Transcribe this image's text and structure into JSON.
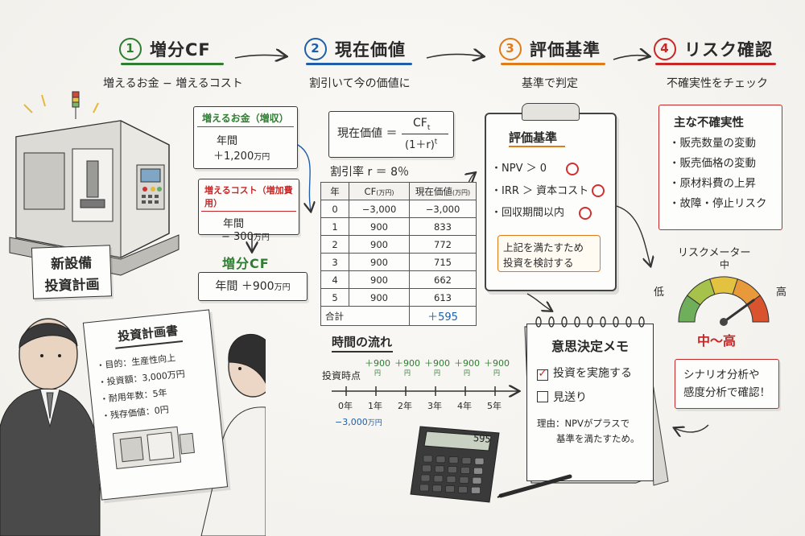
{
  "steps": [
    {
      "num": "1",
      "title": "増分CF",
      "subtitle": "増えるお金 − 増えるコスト",
      "color": "#2e7d32"
    },
    {
      "num": "2",
      "title": "現在価値",
      "subtitle": "割引いて今の価値に",
      "color": "#1f5fa8"
    },
    {
      "num": "3",
      "title": "評価基準",
      "subtitle": "基準で判定",
      "color": "#e07b1a"
    },
    {
      "num": "4",
      "title": "リスク確認",
      "subtitle": "不確実性をチェック",
      "color": "#c62828"
    }
  ],
  "machine_sign": {
    "line1": "新設備",
    "line2": "投資計画"
  },
  "incremental": {
    "revenue_title": "増えるお金（増収）",
    "revenue_value": "年間\n＋1,200万円",
    "revenue_line1": "年間",
    "revenue_line2": "＋1,200",
    "revenue_unit": "万円",
    "cost_title": "増えるコスト（増加費用）",
    "cost_line1": "年間",
    "cost_line2": "− 300",
    "cost_unit": "万円",
    "result_title": "増分CF",
    "result_line": "年間 ＋900",
    "result_unit": "万円"
  },
  "pv": {
    "formula_label": "現在価値 ＝",
    "formula_num": "CF",
    "formula_sub": "t",
    "formula_den": "(1＋r)",
    "formula_sup": "t",
    "rate": "割引率 r ＝ 8％",
    "headers": [
      "年",
      "CF",
      "万円",
      "現在価値",
      "万円"
    ],
    "rows": [
      {
        "year": "0",
        "cf": "−3,000",
        "pv": "−3,000"
      },
      {
        "year": "1",
        "cf": "900",
        "pv": "833"
      },
      {
        "year": "2",
        "cf": "900",
        "pv": "772"
      },
      {
        "year": "3",
        "cf": "900",
        "pv": "715"
      },
      {
        "year": "4",
        "cf": "900",
        "pv": "662"
      },
      {
        "year": "5",
        "cf": "900",
        "pv": "613"
      }
    ],
    "total_label": "合計",
    "total_value": "＋595"
  },
  "timeline": {
    "title": "時間の流れ",
    "invest_label": "投資時点",
    "years": [
      "0年",
      "1年",
      "2年",
      "3年",
      "4年",
      "5年"
    ],
    "inflow": "＋900",
    "inflow_unit": "円",
    "outflow": "−3,000",
    "outflow_unit": "万円"
  },
  "criteria": {
    "title": "評価基準",
    "items": [
      "・NPV ＞ 0",
      "・IRR ＞ 資本コスト",
      "・回収期間以内"
    ],
    "note_line1": "上記を満たすため",
    "note_line2": "投資を検討する"
  },
  "risk": {
    "title": "主な不確実性",
    "items": [
      "・販売数量の変動",
      "・販売価格の変動",
      "・原材料費の上昇",
      "・故障・停止リスク"
    ],
    "meter_title": "リスクメーター",
    "meter_low": "低",
    "meter_mid": "中",
    "meter_high": "高",
    "meter_value": "中〜高",
    "meter_level": 0.8,
    "scenario_line1": "シナリオ分析や",
    "scenario_line2": "感度分析で確認！"
  },
  "decision": {
    "title": "意思決定メモ",
    "opt1": "投資を実施する",
    "opt2": "見送り",
    "reason_line1": "理由：NPVがプラスで",
    "reason_line2": "基準を満たすため。"
  },
  "document": {
    "title": "投資計画書",
    "items": [
      "・目的：生産性向上",
      "・投資額：3,000万円",
      "・耐用年数：5年",
      "・残存価値：0円"
    ]
  },
  "calculator": {
    "display": "595"
  },
  "colors": {
    "green": "#2e7d32",
    "blue": "#1f5fa8",
    "orange": "#e07b1a",
    "red": "#c62828"
  }
}
